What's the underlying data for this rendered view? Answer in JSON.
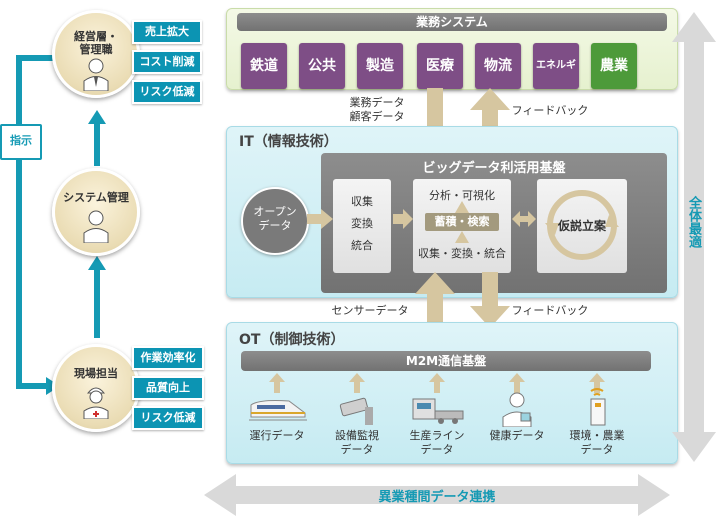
{
  "left": {
    "management": {
      "title": "経営層・\n管理職",
      "tags": [
        "売上拡大",
        "コスト削減",
        "リスク低減"
      ]
    },
    "system": {
      "title": "システム管理"
    },
    "field": {
      "title": "現場担当",
      "tags": [
        "作業効率化",
        "品質向上",
        "リスク低減"
      ]
    },
    "instruction": "指示"
  },
  "business": {
    "title": "業務システム",
    "industries": [
      "鉄道",
      "公共",
      "製造",
      "医療",
      "物流",
      "エネルギー",
      "農業"
    ]
  },
  "flows": {
    "upper_left": "業務データ\n顧客データ",
    "upper_right": "フィードバック",
    "lower_left": "センサーデータ",
    "lower_right": "フィードバック"
  },
  "it": {
    "title": "IT（情報技術）",
    "platform": "ビッグデータ利活用基盤",
    "open_data": "オープン\nデータ",
    "collect": "収集\n変換\n統合",
    "analysis": "分析・可視化",
    "storage": "蓄積・検索",
    "collect2": "収集・変換・統合",
    "hypothesis": "仮説立案"
  },
  "ot": {
    "title": "OT（制御技術）",
    "platform": "M2M通信基盤",
    "sources": [
      "運行データ",
      "設備監視\nデータ",
      "生産ライン\nデータ",
      "健康データ",
      "環境・農業\nデータ"
    ]
  },
  "vertical_label": "全体最適",
  "horizontal_label": "異業種間データ連携",
  "colors": {
    "teal": "#159ab4",
    "green_panel": "#e6f1cf",
    "blue_panel": "#c6ebf2",
    "gray": "#7d7d7d",
    "tan": "#d6c6a0",
    "industry_purple": "#7e4e86",
    "industry_green": "#4d9a3a"
  }
}
